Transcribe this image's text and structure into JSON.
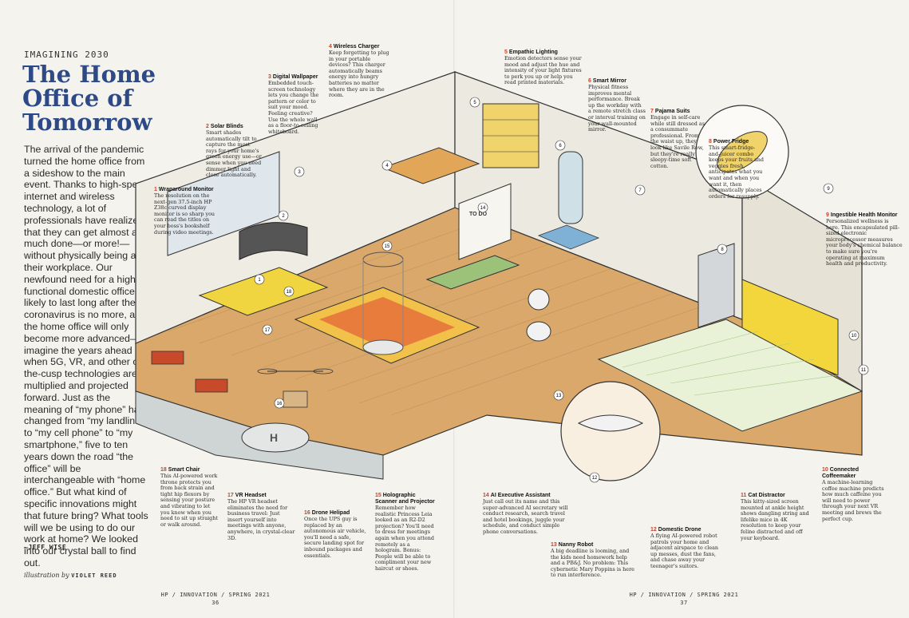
{
  "kicker": "IMAGINING 2030",
  "title": "The Home Office of Tomorrow",
  "intro": "The arrival of the pandemic turned the home office from a sideshow to the main event. Thanks to high-speed internet and wireless technology, a lot of professionals have realized that they can get almost as much done—or more!—without physically being at their workplace. Our newfound need for a highly functional domestic office is likely to last long after the coronavirus is no more, and the home office will only become more advanced—imagine the years ahead when 5G, VR, and other on-the-cusp technologies are multiplied and projected forward. Just as the meaning of “my phone” has changed from “my landline” to “my cell phone” to “my smartphone,” five to ten years down the road “the office” will be interchangeable with “home office.” But what kind of specific innovations might that future bring? What tools will we be using to do our work at home? We looked into our crystal ball to find out.",
  "byline": "—JEFF WISE",
  "credit_prefix": "illustration by",
  "credit_name": "VIOLET REED",
  "folio_left": "HP / INNOVATION / SPRING 2021",
  "page_left": "36",
  "folio_right": "HP / INNOVATION / SPRING 2021",
  "page_right": "37",
  "illustration_labels": {
    "todo": "TO DO"
  },
  "callouts": [
    {
      "num": "1",
      "title": "Wraparound Monitor",
      "text": "The resolution on the next-gen 37.5-inch HP Z38c curved display monitor is so sharp you can read the titles on your boss's bookshelf during video meetings."
    },
    {
      "num": "2",
      "title": "Solar Blinds",
      "text": "Smart shades automatically tilt to capture the most rays for your home's green energy use—or sense when you need dimmer light and close automatically."
    },
    {
      "num": "3",
      "title": "Digital Wallpaper",
      "text": "Embedded touch-screen technology lets you change the pattern or color to suit your mood. Feeling creative? Use the whole wall as a floor-to-ceiling whiteboard."
    },
    {
      "num": "4",
      "title": "Wireless Charger",
      "text": "Keep forgetting to plug in your portable devices? This charger automatically beams energy into hungry batteries no matter where they are in the room."
    },
    {
      "num": "5",
      "title": "Empathic Lighting",
      "text": "Emotion detectors sense your mood and adjust the hue and intensity of your light fixtures to perk you up or help you read printed materials."
    },
    {
      "num": "6",
      "title": "Smart Mirror",
      "text": "Physical fitness improves mental performance. Break up the workday with a remote stretch class or interval training on your wall-mounted mirror."
    },
    {
      "num": "7",
      "title": "Pajama Suits",
      "text": "Engage in self-care while still dressed as a consummate professional. From the waist up, they look like Savile Row, but they're really sleepy-time soft cotton."
    },
    {
      "num": "8",
      "title": "Power Fridge",
      "text": "This smart-fridge-and-juicer combo keeps your fruits and veggies fresh, anticipates what you want and when you want it, then automatically places orders for resupply."
    },
    {
      "num": "9",
      "title": "Ingestible Health Monitor",
      "text": "Personalized wellness is here. This encapsulated pill-sized electronic microprocessor measures your body's chemical balance to make sure you're operating at maximum health and productivity."
    },
    {
      "num": "10",
      "title": "Connected Coffeemaker",
      "text": "A machine-learning coffee machine predicts how much caffeine you will need to power through your next VR meeting and brews the perfect cup."
    },
    {
      "num": "11",
      "title": "Cat Distractor",
      "text": "This kitty-sized screen mounted at ankle height shows dangling string and lifelike mice in 4K resolution to keep your feline distracted and off your keyboard."
    },
    {
      "num": "12",
      "title": "Domestic Drone",
      "text": "A flying AI-powered robot patrols your home and adjacent airspace to clean up messes, dust the fans, and chase away your teenager's suitors."
    },
    {
      "num": "13",
      "title": "Nanny Robot",
      "text": "A big deadline is looming, and the kids need homework help and a PB&J. No problem: This cybernetic Mary Poppins is here to run interference."
    },
    {
      "num": "14",
      "title": "AI Executive Assistant",
      "text": "Just call out its name and this super-advanced AI secretary will conduct research, search travel and hotel bookings, juggle your schedule, and conduct simple phone conversations."
    },
    {
      "num": "15",
      "title": "Holographic Scanner and Projector",
      "text": "Remember how realistic Princess Leia looked as an R2-D2 projection? You'll need to dress for meetings again when you attend remotely as a hologram. Bonus: People will be able to compliment your new haircut or shoes."
    },
    {
      "num": "16",
      "title": "Drone Helipad",
      "text": "Once the UPS guy is replaced by an autonomous air vehicle, you'll need a safe, secure landing spot for inbound packages and essentials."
    },
    {
      "num": "17",
      "title": "VR Headset",
      "text": "The HP VR headset eliminates the need for business travel: Just insert yourself into meetings with anyone, anywhere, in crystal-clear 3D."
    },
    {
      "num": "18",
      "title": "Smart Chair",
      "text": "This AI-powered work throne protects you from back strain and tight hip flexors by sensing your posture and vibrating to let you know when you need to sit up straight or walk around."
    }
  ]
}
